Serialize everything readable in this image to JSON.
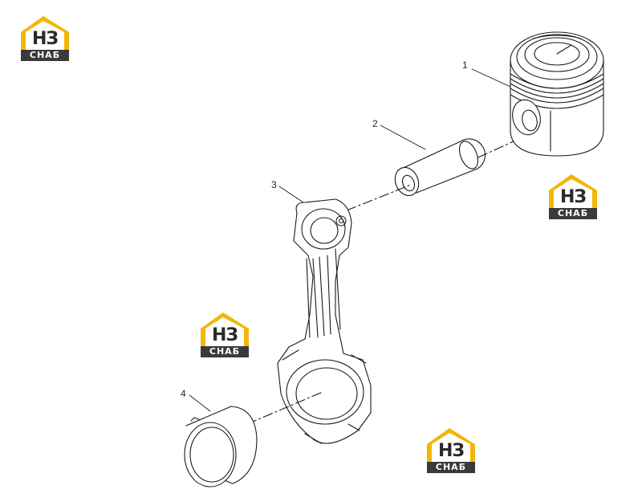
{
  "diagram": {
    "callouts": [
      {
        "label": "1",
        "part": "piston"
      },
      {
        "label": "2",
        "part": "piston-pin"
      },
      {
        "label": "3",
        "part": "connecting-rod"
      },
      {
        "label": "4",
        "part": "bearing-shell"
      }
    ]
  },
  "watermark": {
    "code": "НЗ",
    "word": "СНАБ",
    "colors": {
      "accent": "#f2b705",
      "dark": "#3a3a3a",
      "text": "#ffffff"
    }
  }
}
